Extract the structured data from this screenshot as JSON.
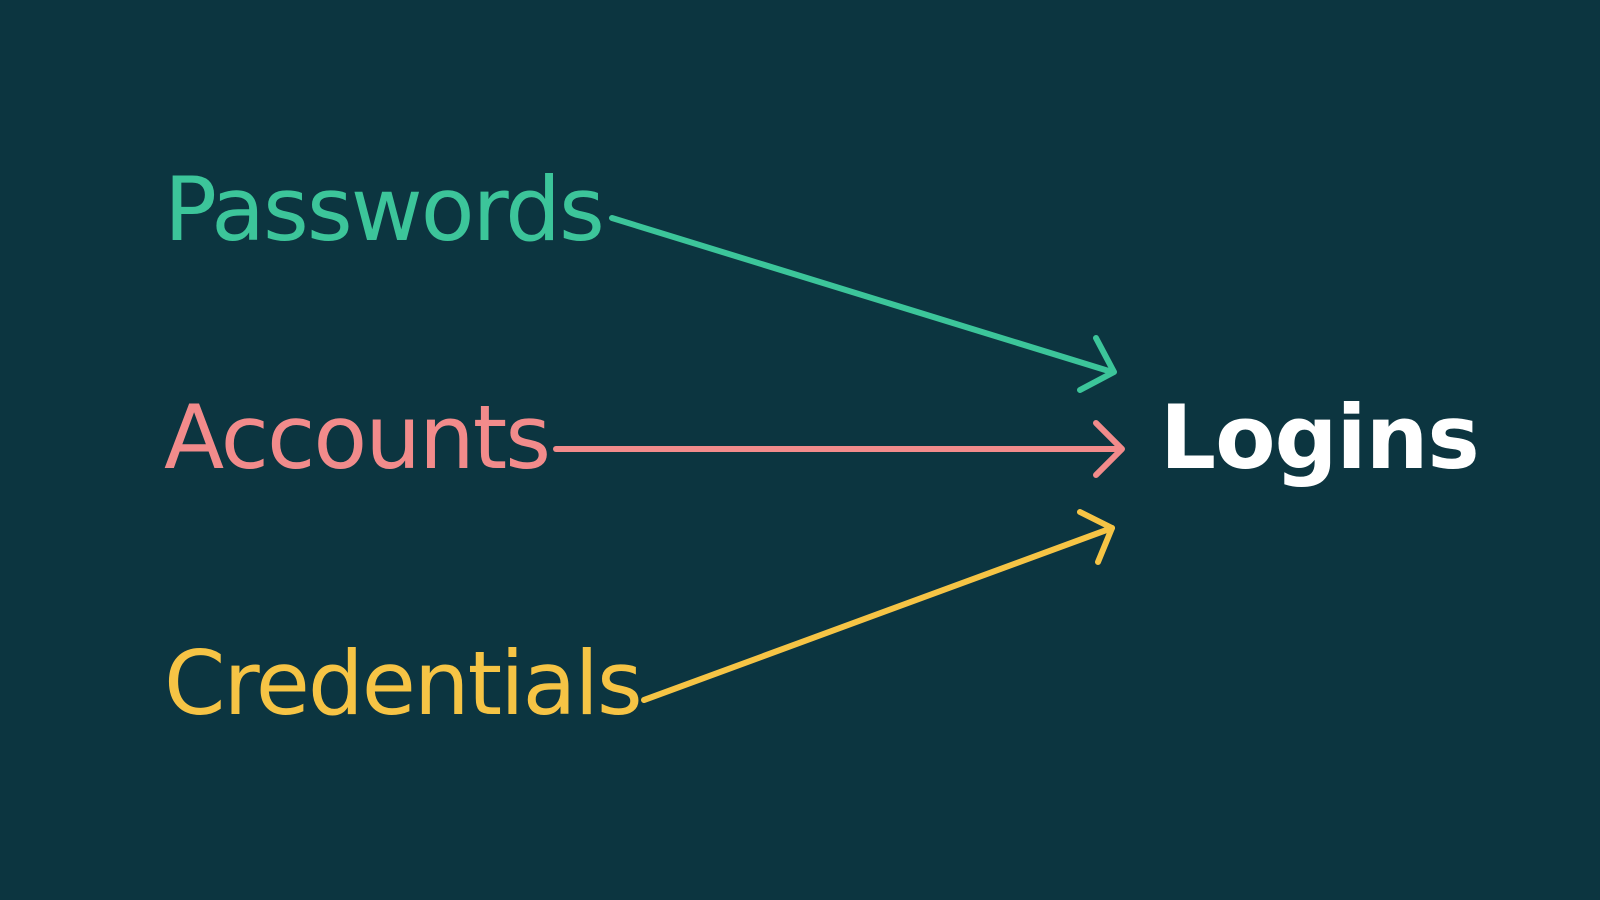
{
  "background": "#0c3540",
  "sources": [
    {
      "id": "passwords",
      "label": "Passwords",
      "color": "#3cc59a"
    },
    {
      "id": "accounts",
      "label": "Accounts",
      "color": "#f28b8b"
    },
    {
      "id": "credentials",
      "label": "Credentials",
      "color": "#f6c445"
    }
  ],
  "target": {
    "label": "Logins",
    "color": "#ffffff"
  },
  "arrow_icon": "arrow-right-icon"
}
